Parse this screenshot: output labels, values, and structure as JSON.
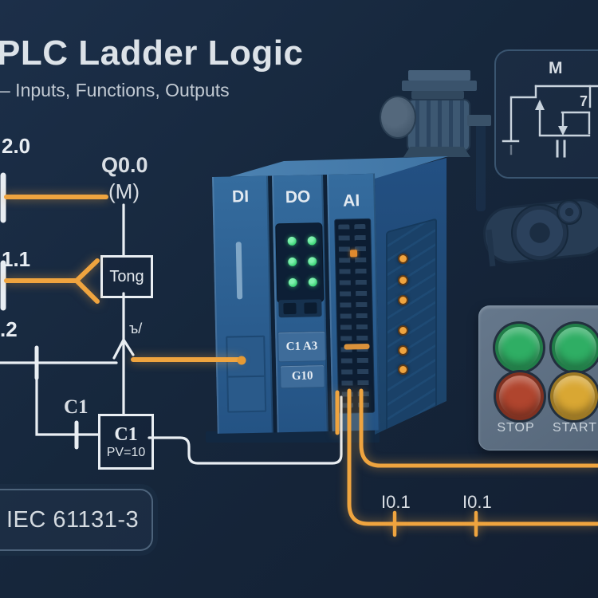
{
  "header": {
    "title": "PLC Ladder Logic",
    "subtitle": "– Inputs, Functions, Outputs"
  },
  "ladder": {
    "rung1_label": "2.0",
    "coil_label": "Q0.0",
    "coil_symbol": "(M)",
    "rung2_label": "1.1",
    "function_block_label": "Tong",
    "rung3_label": ".2",
    "nc_contact_symbol": "ъ/",
    "counter_contact_label": "C1",
    "counter_block": {
      "name": "C1",
      "preset": "PV=10"
    },
    "standard_badge": "IEC 61131-3"
  },
  "plc": {
    "modules": [
      {
        "label": "DI"
      },
      {
        "label": "DO",
        "plate1": "C1 A3",
        "plate2": "G10"
      },
      {
        "label": "AI"
      }
    ]
  },
  "motor_schematic": {
    "motor_label": "M",
    "pin_label": "7"
  },
  "control_panel": {
    "stop_label": "STOP",
    "start_label": "START",
    "buttons": [
      {
        "id": "aux-green-1",
        "color": "#2FAE64"
      },
      {
        "id": "aux-green-2",
        "color": "#2FAE64"
      },
      {
        "id": "stop",
        "color": "#B0452E"
      },
      {
        "id": "start",
        "color": "#D9A733"
      }
    ]
  },
  "io_tags": [
    "I0.1",
    "I0.1"
  ],
  "colors": {
    "background_top": "#1C2F49",
    "background_bottom": "#131F32",
    "wire_orange": "#EFA43F",
    "wire_white": "#E9EEF3",
    "line_gray": "#C8D3DD",
    "led_green": "#3ED778",
    "text_primary": "#D9DEE4",
    "text_secondary": "#C2CAD3"
  }
}
